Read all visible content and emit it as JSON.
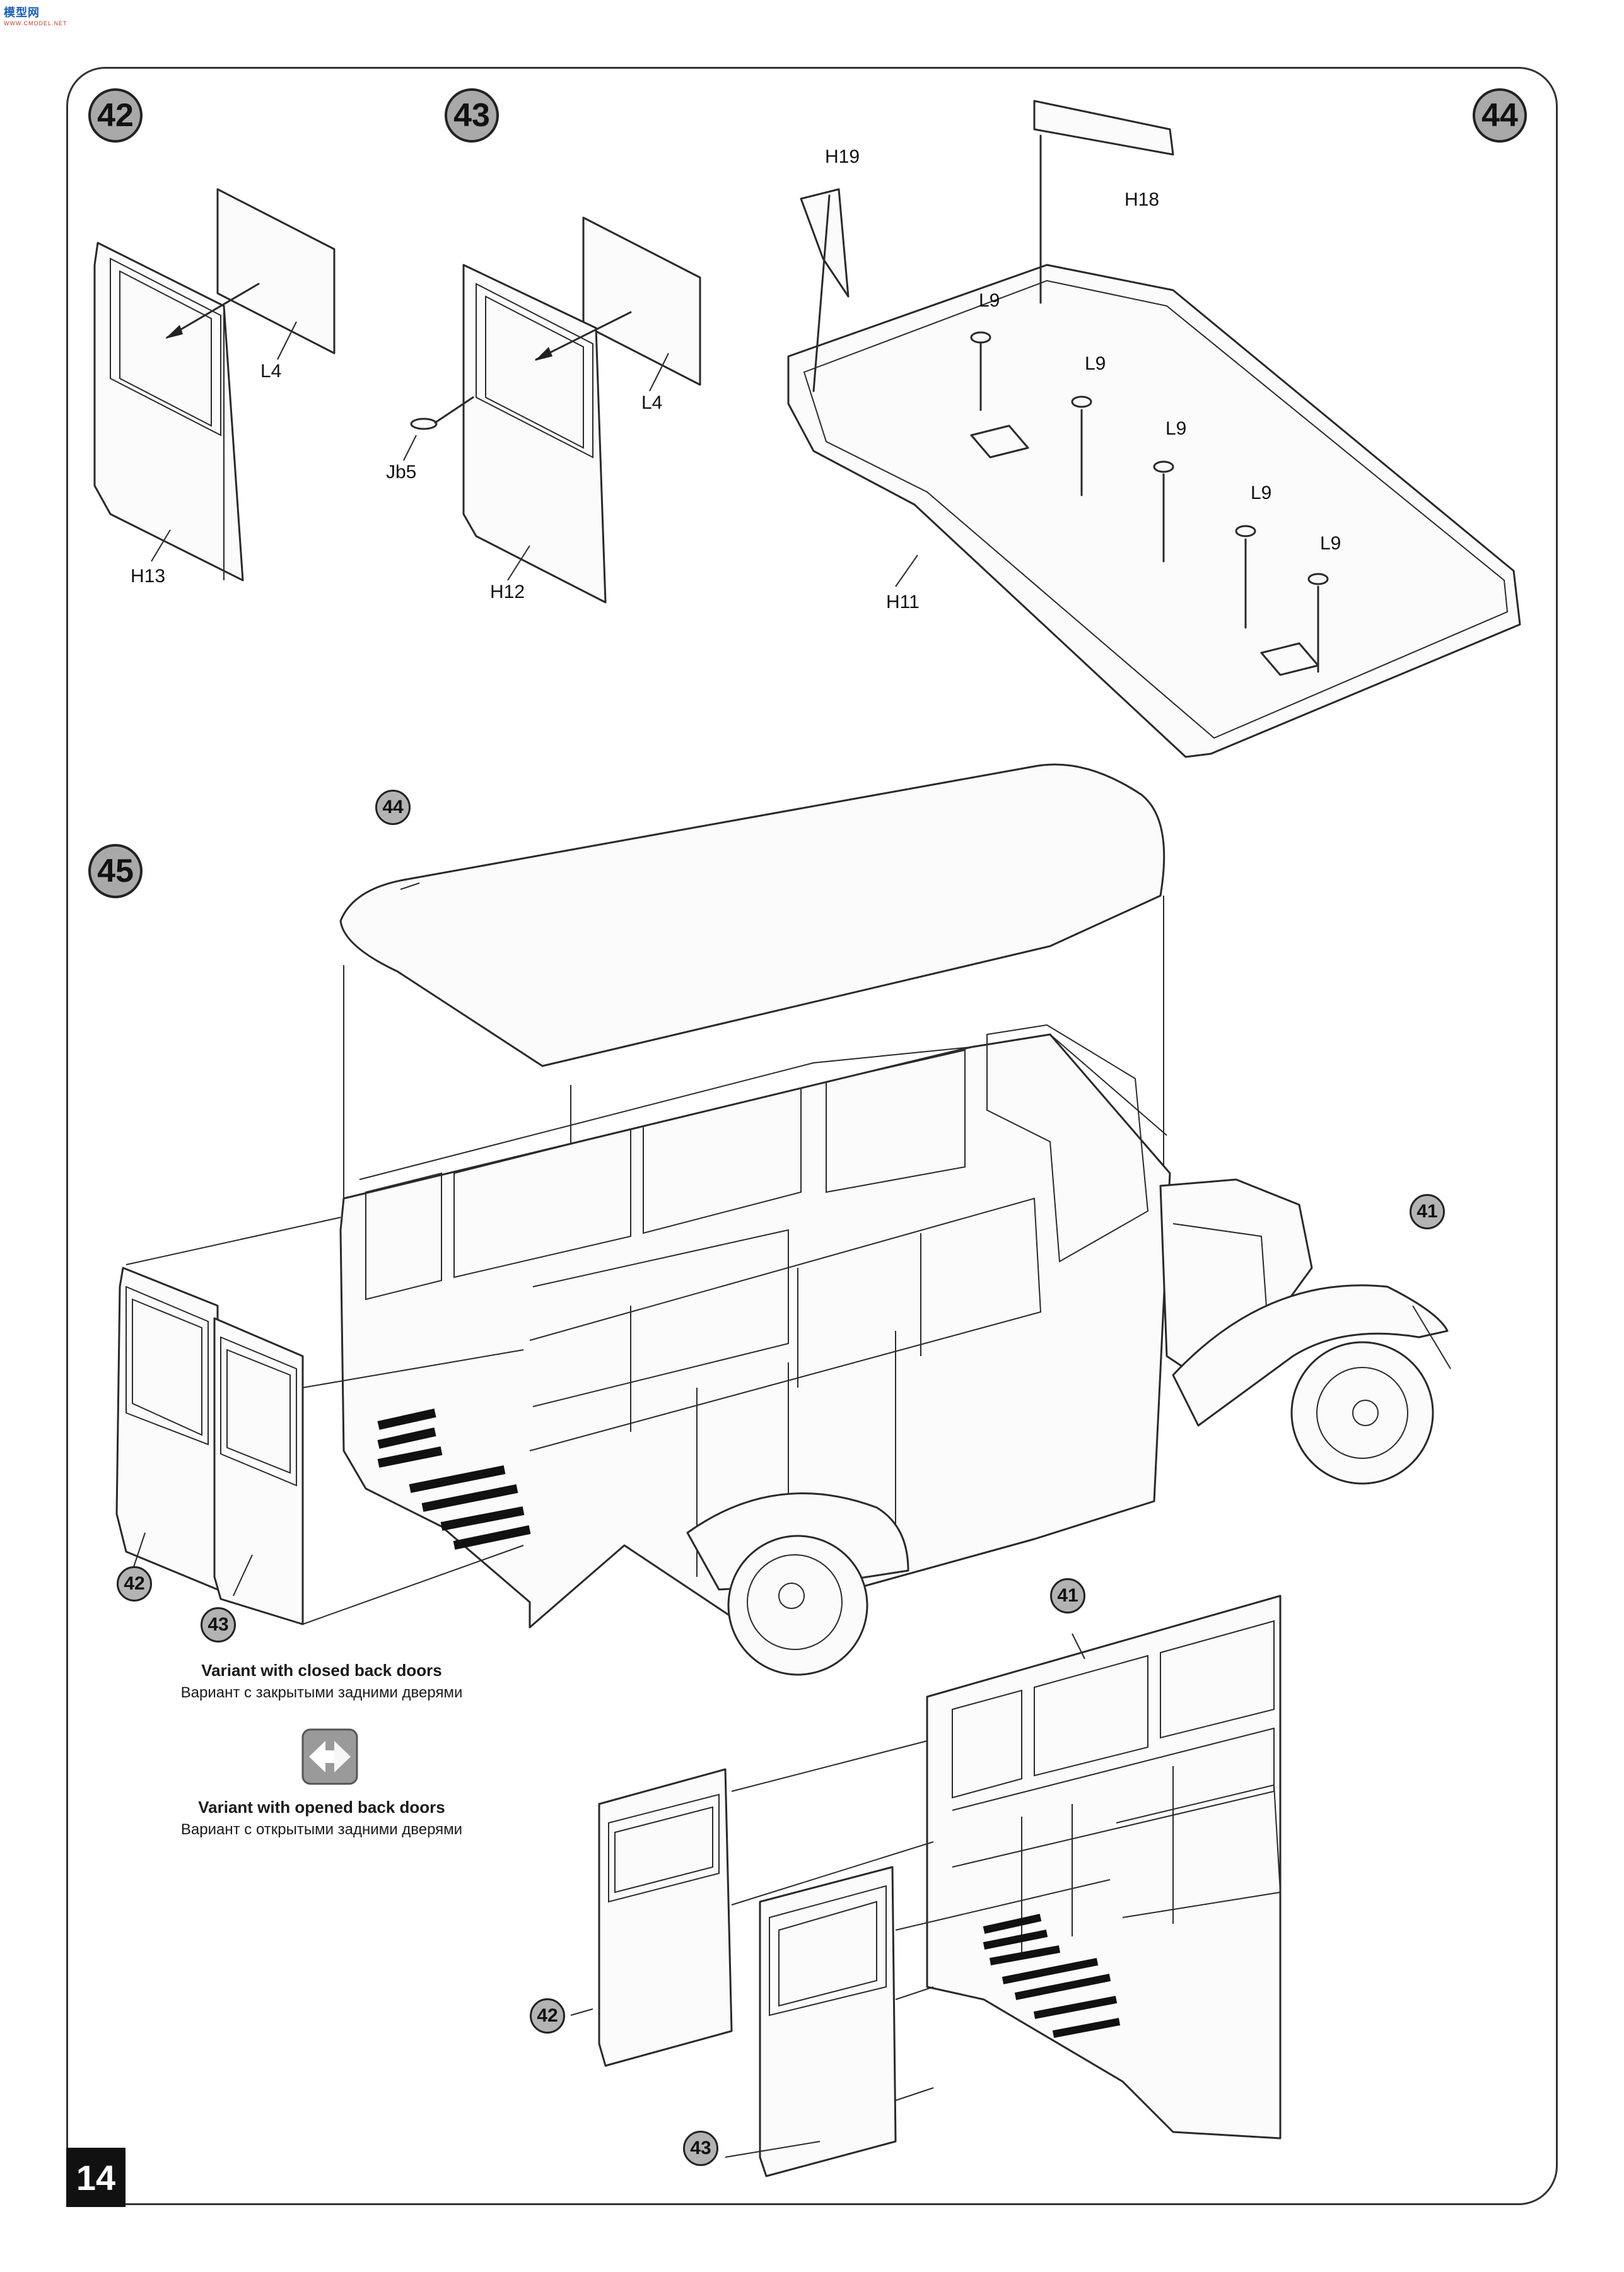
{
  "site_logo": {
    "text": "模型网",
    "sub": "WWW.CMODEL.NET"
  },
  "page_number": "14",
  "steps": [
    {
      "number": "42"
    },
    {
      "number": "43"
    },
    {
      "number": "44"
    },
    {
      "number": "45"
    }
  ],
  "parts": {
    "step42": [
      "L4",
      "H13"
    ],
    "step43": [
      "L4",
      "Jb5",
      "H12"
    ],
    "step44": [
      "H19",
      "H18",
      "L9",
      "L9",
      "L9",
      "L9",
      "L9",
      "H11"
    ]
  },
  "step45_refs": {
    "roof": "44",
    "front": "41",
    "door_left": "42",
    "door_right": "43",
    "detail_top": "41",
    "detail_left": "42",
    "detail_bottom": "43"
  },
  "variants": {
    "closed_en": "Variant with closed back doors",
    "closed_ru": "Вариант с закрытыми задними дверями",
    "opened_en": "Variant with opened back doors",
    "opened_ru": "Вариант с открытыми задними дверями"
  },
  "icons": {
    "swap": "swap-arrows-icon"
  }
}
